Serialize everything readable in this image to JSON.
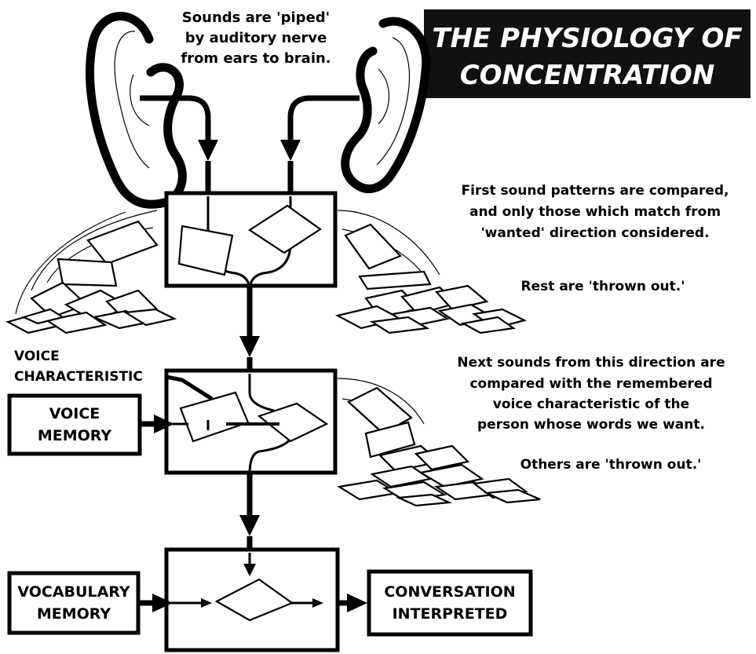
{
  "title": {
    "line1": "THE PHYSIOLOGY OF",
    "line2": "CONCENTRATION"
  },
  "ears_caption": [
    "Sounds are 'piped'",
    "by auditory nerve",
    "from ears to brain."
  ],
  "stage1_caption": [
    "First sound patterns are compared,",
    "and only those which match from",
    "'wanted' direction considered."
  ],
  "stage1_rest": "Rest are 'thrown out.'",
  "stage2_caption": [
    "Next sounds from this direction are",
    "compared with the remembered",
    "voice characteristic of the",
    "person whose words we want."
  ],
  "stage2_rest": "Others are 'thrown out.'",
  "voice_characteristic_label": [
    "VOICE",
    "CHARACTERISTIC"
  ],
  "voice_memory_box": [
    "VOICE",
    "MEMORY"
  ],
  "vocabulary_memory_box": [
    "VOCABULARY",
    "MEMORY"
  ],
  "conversation_box": [
    "CONVERSATION",
    "INTERPRETED"
  ],
  "colors": {
    "ink": "#000000",
    "paper": "#ffffff",
    "title_bg": "#111111"
  },
  "icons": [
    "left-ear-icon",
    "right-ear-icon",
    "arrow-down-icon",
    "arrow-right-icon",
    "card-icon",
    "card-pile-icon"
  ]
}
